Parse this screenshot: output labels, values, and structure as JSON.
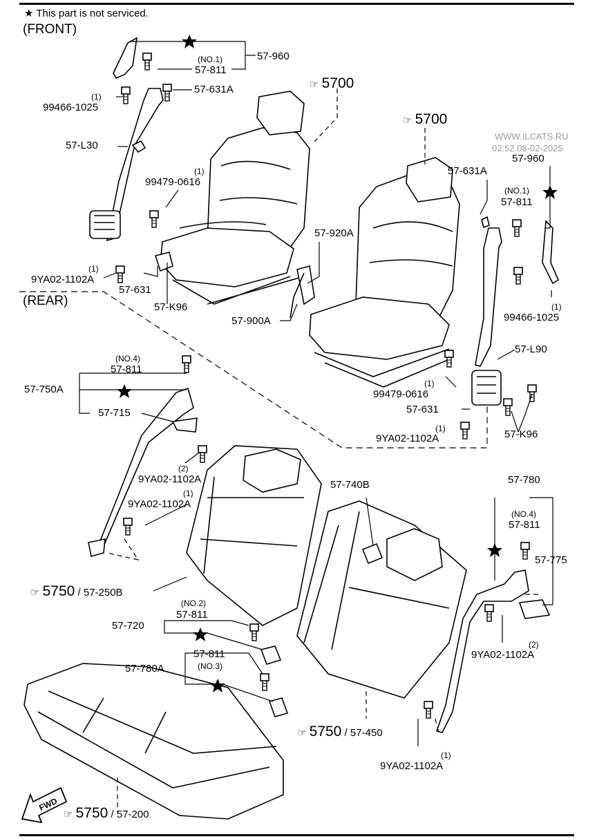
{
  "legend": {
    "star": "★",
    "note": "This part is not serviced."
  },
  "sections": {
    "front": "(FRONT)",
    "rear": "(REAR)"
  },
  "watermark": {
    "site": "WWW.ILCATS.RU",
    "stamp": "02:52 08-02-2025"
  },
  "icons": {
    "book": "book-icon",
    "star": "star-icon",
    "fwd": "fwd-arrow-icon"
  },
  "labels": {
    "l_57960_a": "57-960",
    "l_no1_a": "(NO.1)",
    "l_57811_a": "57-811",
    "l_57631A_a": "57-631A",
    "l_q1_a": "(1)",
    "l_994661025_a": "99466-1025",
    "l_57L30": "57-L30",
    "l_q1_b": "(1)",
    "l_994790616_a": "99479-0616",
    "l_q1_c": "(1)",
    "l_9YA02_a": "9YA02-1102A",
    "l_57631_a": "57-631",
    "l_57K96_a": "57-K96",
    "l_57920A": "57-920A",
    "l_57900A": "57-900A",
    "l_57631A_b": "57-631A",
    "l_57960_b": "57-960",
    "l_no1_b": "(NO.1)",
    "l_57811_b": "57-811",
    "l_q1_d": "(1)",
    "l_994661025_b": "99466-1025",
    "l_57L90": "57-L90",
    "l_q1_e": "(1)",
    "l_994790616_b": "99479-0616",
    "l_57631_b": "57-631",
    "l_q1_f": "(1)",
    "l_9YA02_b": "9YA02-1102A",
    "l_57K96_b": "57-K96",
    "l_no4_a": "(NO.4)",
    "l_57811_c": "57-811",
    "l_57750A": "57-750A",
    "l_57715": "57-715",
    "l_q2_a": "(2)",
    "l_9YA02_c": "9YA02-1102A",
    "l_q1_g": "(1)",
    "l_9YA02_d": "9YA02-1102A",
    "l_57740B": "57-740B",
    "l_57780": "57-780",
    "l_no4_b": "(NO.4)",
    "l_57811_d": "57-811",
    "l_57775": "57-775",
    "l_q2_b": "(2)",
    "l_9YA02_e": "9YA02-1102A",
    "l_no2": "(NO.2)",
    "l_57811_e": "57-811",
    "l_57720": "57-720",
    "l_57811_f": "57-811",
    "l_no3": "(NO.3)",
    "l_57780A": "57-780A",
    "l_q1_h": "(1)",
    "l_9YA02_f": "9YA02-1102A"
  },
  "refs": {
    "r1": {
      "num": "5700",
      "sub": ""
    },
    "r2": {
      "num": "5700",
      "sub": ""
    },
    "r3": {
      "num": "5750",
      "sub": "/ 57-250B"
    },
    "r4": {
      "num": "5750",
      "sub": "/ 57-450"
    },
    "r5": {
      "num": "5750",
      "sub": "/ 57-200"
    }
  },
  "fwd": "FWD"
}
